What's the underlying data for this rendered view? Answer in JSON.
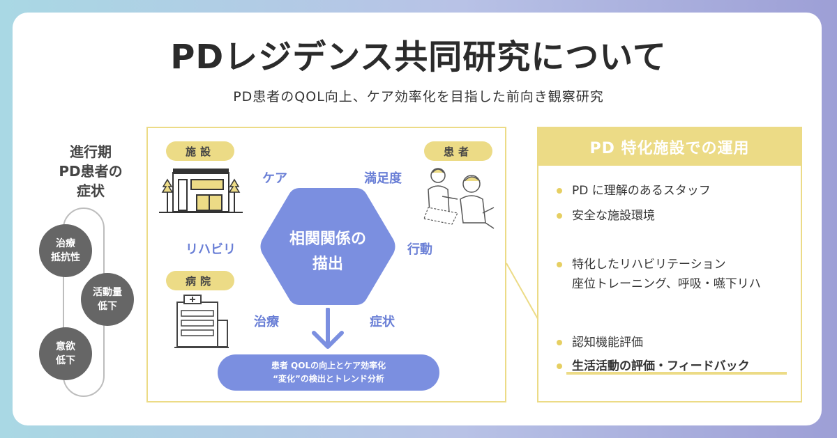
{
  "title": "PDレジデンス共同研究について",
  "subtitle": "PD患者のQOL向上、ケア効率化を目指した前向き観察研究",
  "symptoms": {
    "title": "進行期\nPD患者の\n症状",
    "items": [
      "治療\n抵抗性",
      "活動量\n低下",
      "意欲\n低下"
    ]
  },
  "diagram": {
    "tag_facility": "施設",
    "tag_patient": "患者",
    "tag_hospital": "病院",
    "labels": {
      "care": "ケア",
      "satisfaction": "満足度",
      "rehab": "リハビリ",
      "activity": "行動",
      "treatment": "治療",
      "symptom": "症状"
    },
    "center": "相関関係の\n描出",
    "result_line1": "患者 QOLの向上とケア効率化",
    "result_line2": "“変化”の検出とトレンド分析"
  },
  "operation": {
    "header": "PD 特化施設での運用",
    "items": [
      "PD に理解のあるスタッフ",
      "安全な施設環境",
      "特化したリハビリテーション\n座位トレーニング、呼吸・嚥下リハ",
      "認知機能評価",
      "生活活動の評価・フィードバック"
    ]
  },
  "colors": {
    "accent_yellow": "#ecdb86",
    "accent_blue": "#7b8fe0",
    "symptom_gray": "#666666"
  }
}
